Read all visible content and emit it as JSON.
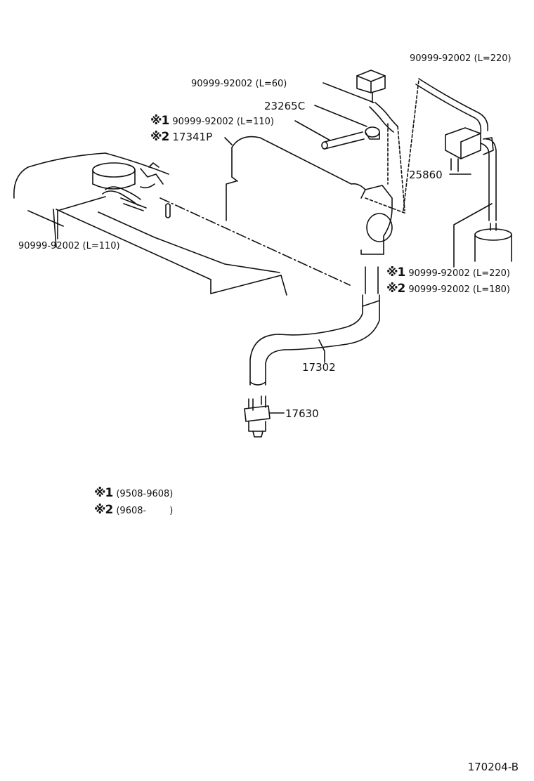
{
  "marks": {
    "m1": "※1",
    "m2": "※2"
  },
  "callouts": {
    "hose_l220_top": "90999-92002 (L=220)",
    "hose_l60": "90999-92002 (L=60)",
    "part_23265c": "23265C",
    "hose_l110_upper": "90999-92002 (L=110)",
    "part_17341p": "17341P",
    "part_25860": "25860",
    "hose_l110_left": "90999-92002 (L=110)",
    "hose_l220_lower": "90999-92002 (L=220)",
    "hose_l180": "90999-92002 (L=180)",
    "part_17302": "17302",
    "part_17630": "17630"
  },
  "legend": [
    {
      "mark": "※1",
      "range": "(9508-9608)"
    },
    {
      "mark": "※2",
      "range": "(9608-        )"
    }
  ],
  "figure_code": "170204-B"
}
